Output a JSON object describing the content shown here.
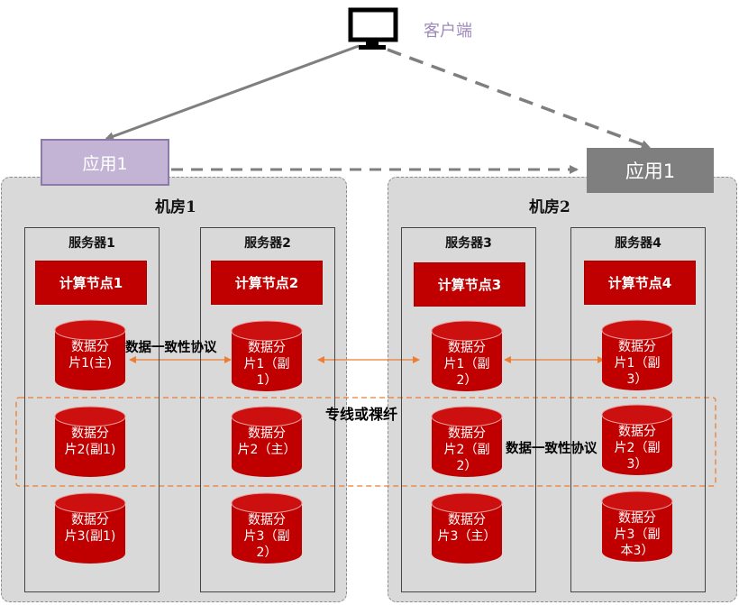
{
  "client": {
    "label": "客户端"
  },
  "app1": {
    "label": "应用1"
  },
  "app2": {
    "label": "应用1"
  },
  "rooms": [
    {
      "title": "机房1"
    },
    {
      "title": "机房2"
    }
  ],
  "servers": [
    {
      "title": "服务器1",
      "node": "计算节点1",
      "shards": [
        "数据分\n片1(主)",
        "数据分\n片2(副1)",
        "数据分\n片3(副1)"
      ]
    },
    {
      "title": "服务器2",
      "node": "计算节点2",
      "shards": [
        "数据分\n片1（副\n1）",
        "数据分\n片2（主）",
        "数据分\n片3（副\n2）"
      ]
    },
    {
      "title": "服务器3",
      "node": "计算节点3",
      "shards": [
        "数据分\n片1（副\n2）",
        "数据分\n片2（副\n2）",
        "数据分\n片3（主）"
      ]
    },
    {
      "title": "服务器4",
      "node": "计算节点4",
      "shards": [
        "数据分\n片1（副\n3）",
        "数据分\n片2（副\n3）",
        "数据分\n片3（副\n本3）"
      ]
    }
  ],
  "labels": {
    "consistency_top": "数据一致性协议",
    "consistency_mid": "数据一致性协议",
    "dedicated_line": "专线或祼纤"
  },
  "colors": {
    "node_red": "#c00000",
    "arrow_orange": "#ed7d31",
    "room_gray": "#d9d9d9",
    "app1_fill": "#c3b4d6",
    "app2_fill": "#7f7f7f"
  }
}
